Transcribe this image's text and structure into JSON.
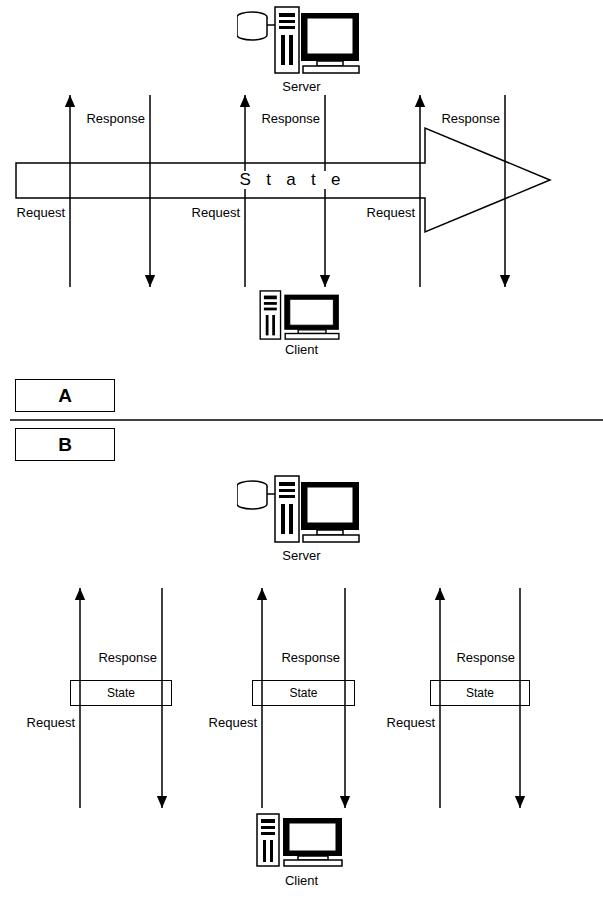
{
  "diagram": {
    "nodes": [
      {
        "text": [
          "Server"
        ]
      },
      {
        "text": [
          "State"
        ]
      },
      {
        "text": [
          "Client"
        ]
      },
      {
        "text": [
          "A"
        ]
      },
      {
        "text": [
          "B"
        ]
      },
      {
        "text": [
          "Server"
        ]
      },
      {
        "text": [
          "State"
        ]
      },
      {
        "text": [
          "State"
        ]
      },
      {
        "text": [
          "State"
        ]
      },
      {
        "text": [
          "Client"
        ]
      }
    ],
    "edges": [
      {
        "from": 2,
        "to": 0,
        "arrow": "to",
        "label": "Request"
      },
      {
        "from": 0,
        "to": 2,
        "arrow": "to",
        "label": "Response"
      },
      {
        "from": 2,
        "to": 0,
        "arrow": "to",
        "label": "Request"
      },
      {
        "from": 0,
        "to": 2,
        "arrow": "to",
        "label": "Response"
      },
      {
        "from": 2,
        "to": 0,
        "arrow": "to",
        "label": "Request"
      },
      {
        "from": 0,
        "to": 2,
        "arrow": "to",
        "label": "Response"
      },
      {
        "from": 9,
        "to": 5,
        "arrow": "to",
        "label": "Request"
      },
      {
        "from": 5,
        "to": 9,
        "arrow": "to",
        "label": "Response"
      },
      {
        "from": 9,
        "to": 5,
        "arrow": "to",
        "label": "Request"
      },
      {
        "from": 5,
        "to": 9,
        "arrow": "to",
        "label": "Response"
      },
      {
        "from": 9,
        "to": 5,
        "arrow": "to",
        "label": "Request"
      },
      {
        "from": 5,
        "to": 9,
        "arrow": "to",
        "label": "Response"
      }
    ]
  }
}
